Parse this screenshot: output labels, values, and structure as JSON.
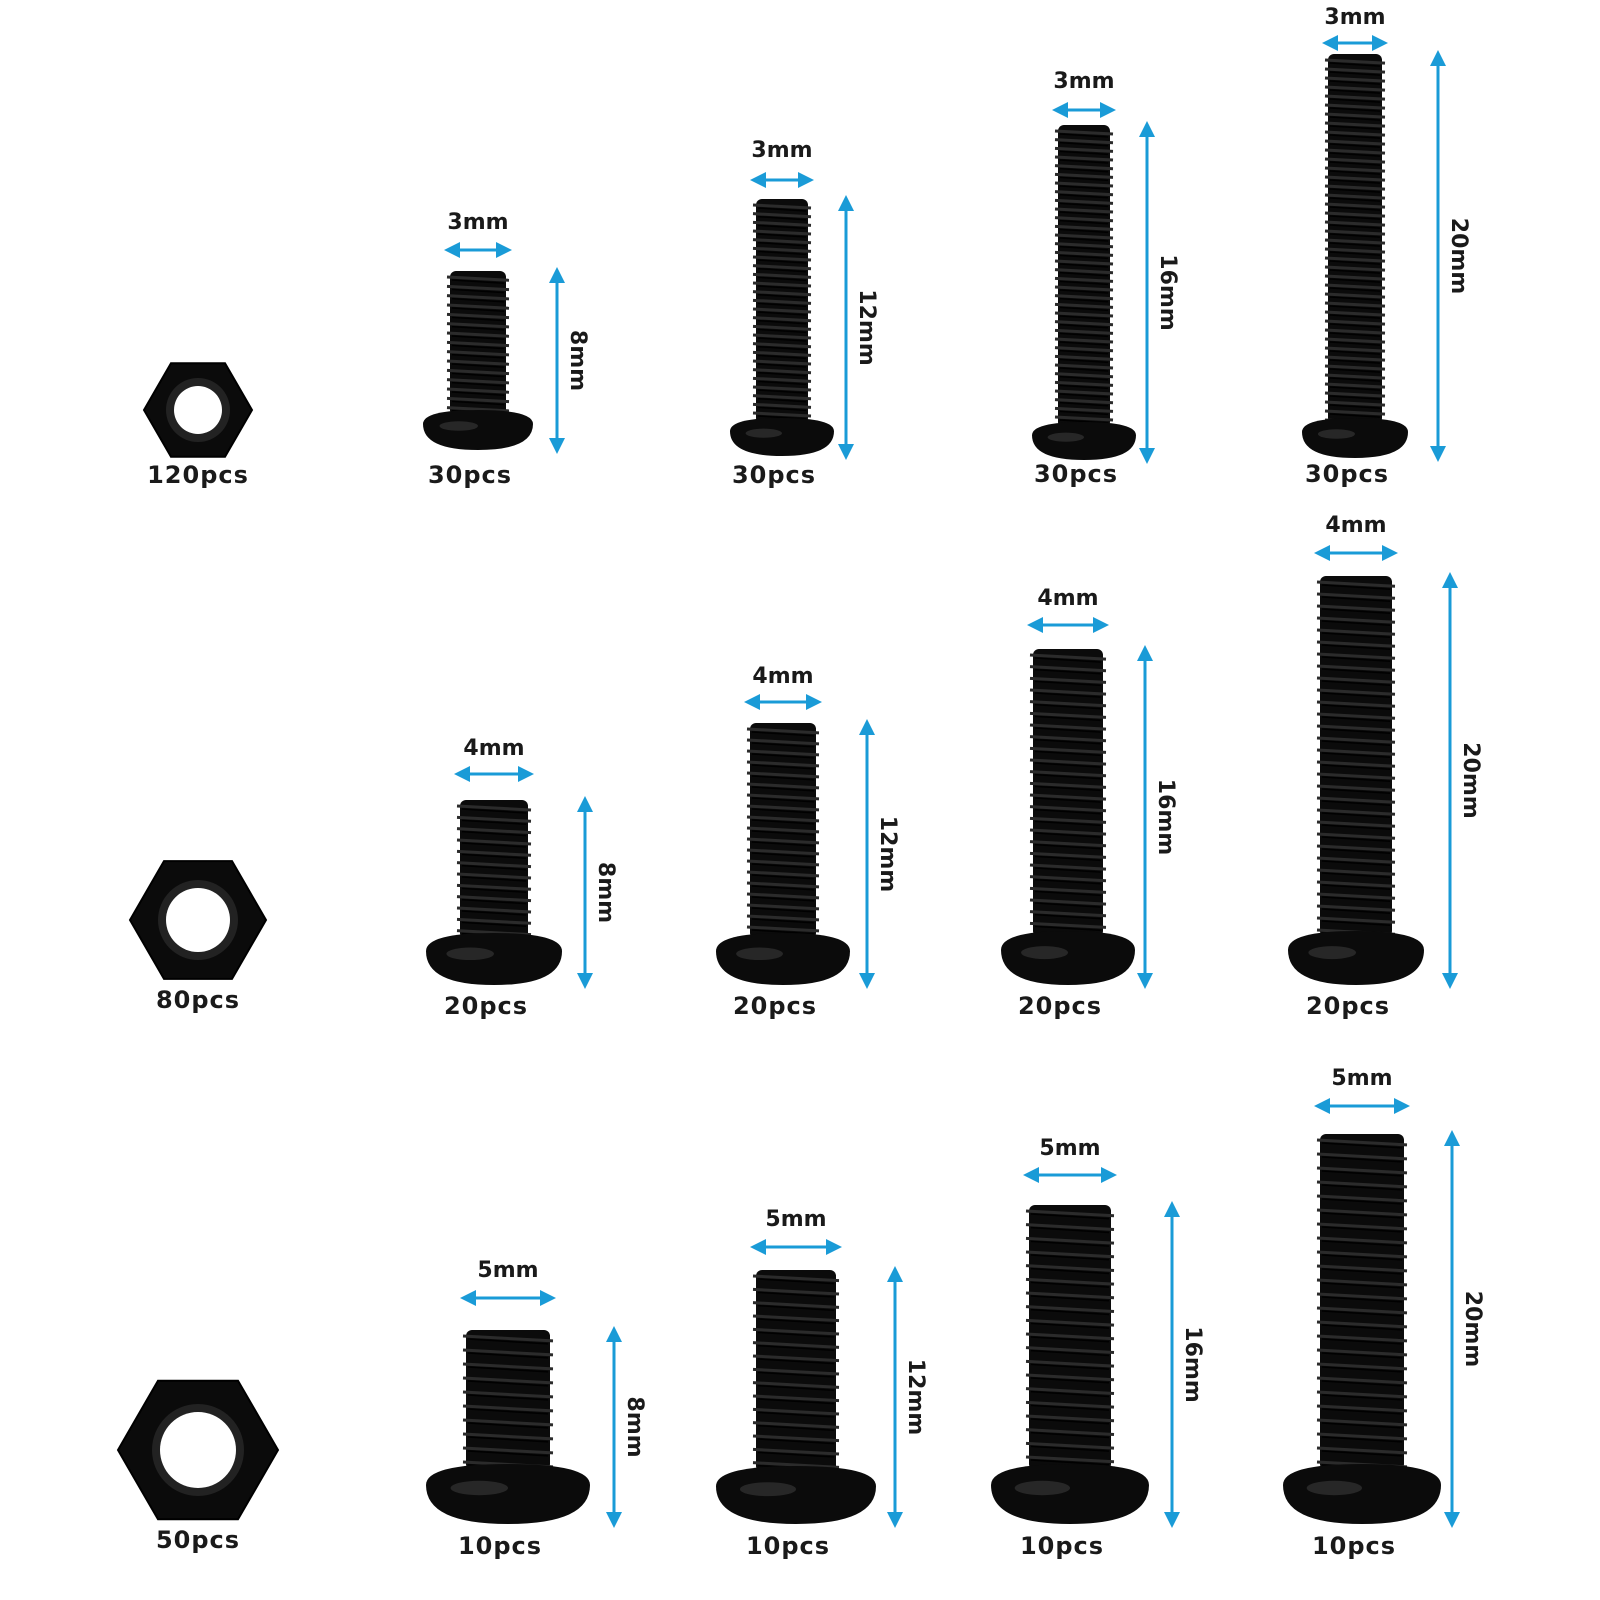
{
  "accent_color": "#1a9bd7",
  "part_color": "#0b0b0b",
  "rows": [
    {
      "nut": {
        "icon": "hex-nut-icon",
        "count": "120pcs"
      },
      "screws": [
        {
          "icon": "button-head-screw-icon",
          "diameter": "3mm",
          "length": "8mm",
          "count": "30pcs"
        },
        {
          "icon": "button-head-screw-icon",
          "diameter": "3mm",
          "length": "12mm",
          "count": "30pcs"
        },
        {
          "icon": "button-head-screw-icon",
          "diameter": "3mm",
          "length": "16mm",
          "count": "30pcs"
        },
        {
          "icon": "button-head-screw-icon",
          "diameter": "3mm",
          "length": "20mm",
          "count": "30pcs"
        }
      ]
    },
    {
      "nut": {
        "icon": "hex-nut-icon",
        "count": "80pcs"
      },
      "screws": [
        {
          "icon": "button-head-screw-icon",
          "diameter": "4mm",
          "length": "8mm",
          "count": "20pcs"
        },
        {
          "icon": "button-head-screw-icon",
          "diameter": "4mm",
          "length": "12mm",
          "count": "20pcs"
        },
        {
          "icon": "button-head-screw-icon",
          "diameter": "4mm",
          "length": "16mm",
          "count": "20pcs"
        },
        {
          "icon": "button-head-screw-icon",
          "diameter": "4mm",
          "length": "20mm",
          "count": "20pcs"
        }
      ]
    },
    {
      "nut": {
        "icon": "hex-nut-icon",
        "count": "50pcs"
      },
      "screws": [
        {
          "icon": "button-head-screw-icon",
          "diameter": "5mm",
          "length": "8mm",
          "count": "10pcs"
        },
        {
          "icon": "button-head-screw-icon",
          "diameter": "5mm",
          "length": "12mm",
          "count": "10pcs"
        },
        {
          "icon": "button-head-screw-icon",
          "diameter": "5mm",
          "length": "16mm",
          "count": "10pcs"
        },
        {
          "icon": "button-head-screw-icon",
          "diameter": "5mm",
          "length": "20mm",
          "count": "10pcs"
        }
      ]
    }
  ]
}
